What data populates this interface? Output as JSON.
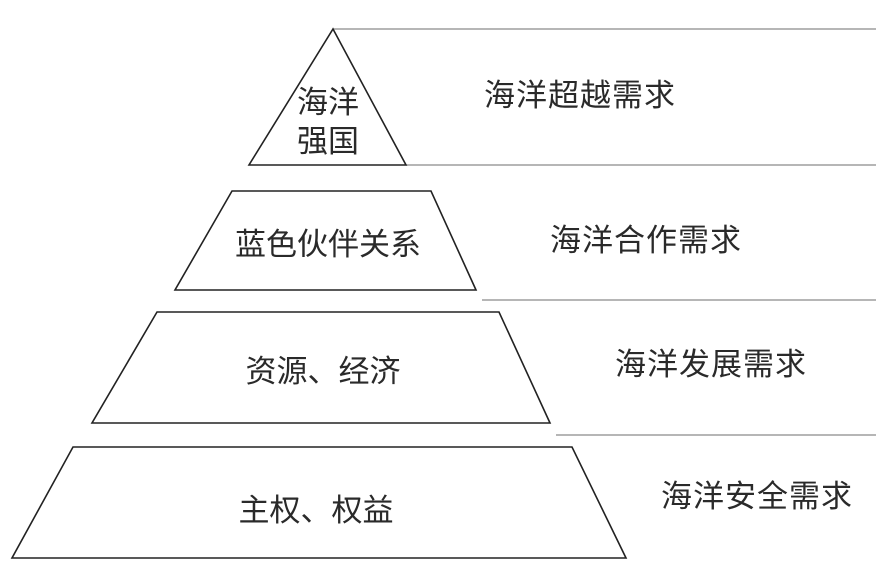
{
  "diagram": {
    "tiers": [
      {
        "label_line1": "海洋",
        "label_line2": "强国",
        "need": "海洋超越需求"
      },
      {
        "label": "蓝色伙伴关系",
        "need": "海洋合作需求"
      },
      {
        "label": "资源、经济",
        "need": "海洋发展需求"
      },
      {
        "label": "主权、权益",
        "need": "海洋安全需求"
      }
    ]
  }
}
